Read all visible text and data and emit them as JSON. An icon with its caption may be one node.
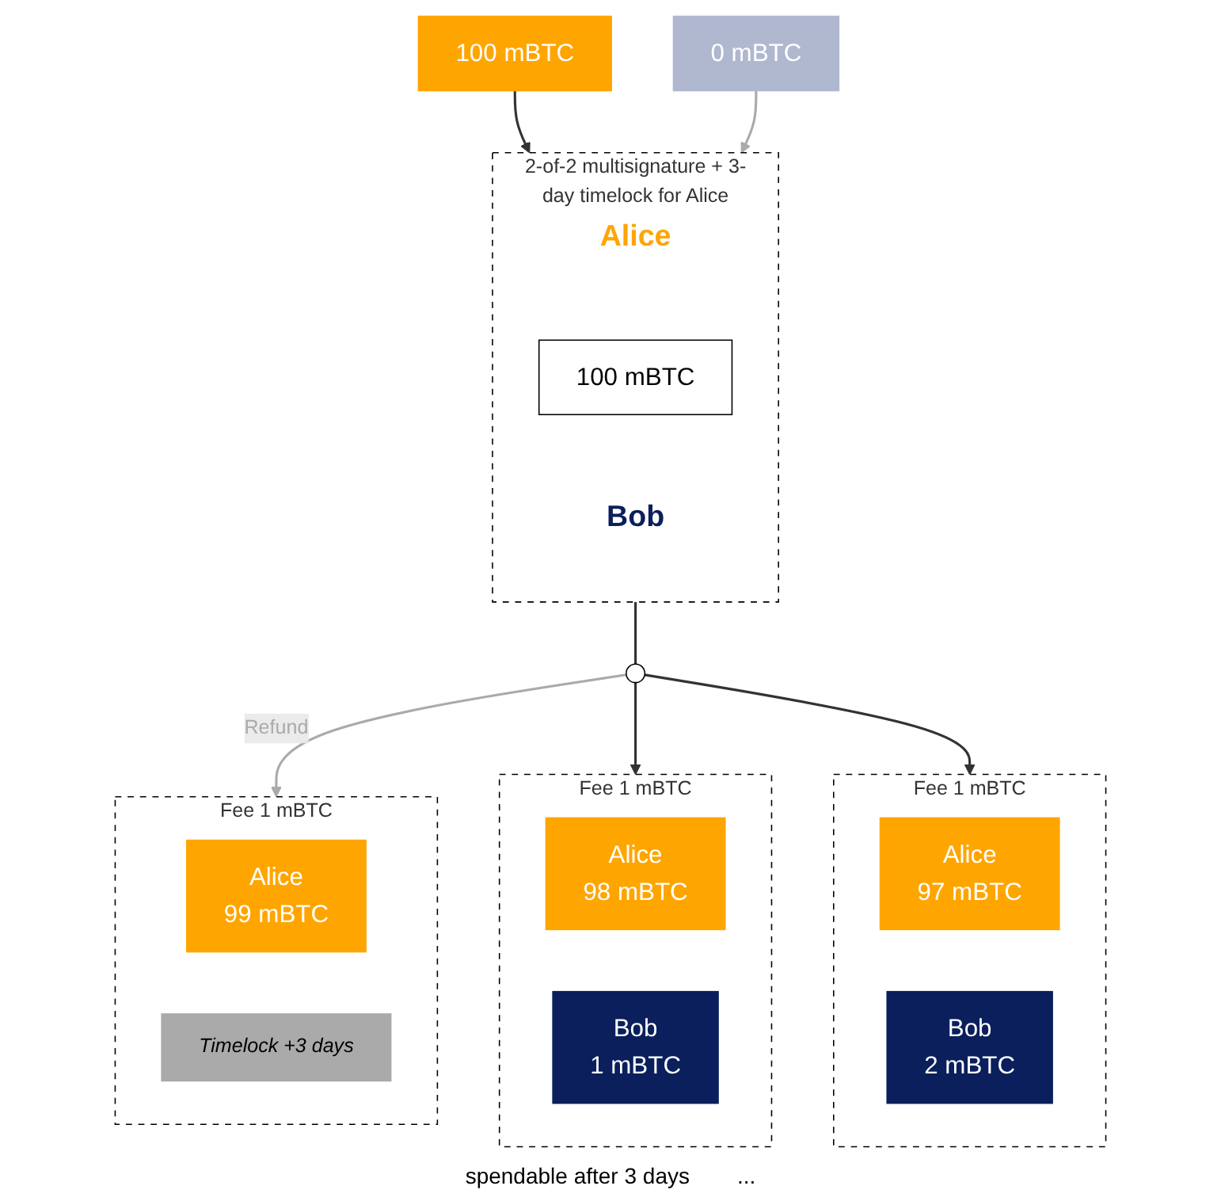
{
  "diagram": {
    "nodes": [
      {
        "text": [
          "100 mBTC"
        ]
      },
      {
        "text": [
          "0 mBTC"
        ]
      },
      {
        "text": [
          "2-of-2 multisignature + 3-day timelock for Alice"
        ]
      },
      {
        "text": [
          "Alice"
        ],
        "in": 2
      },
      {
        "text": [
          "100 mBTC"
        ],
        "in": 2
      },
      {
        "text": [
          "Bob"
        ],
        "in": 2
      },
      {
        "text": [],
        "shape": "circle"
      },
      {
        "text": [
          "Fee 1 mBTC"
        ],
        "beside": [
          "spendable after 3 days"
        ]
      },
      {
        "text": [
          "Alice",
          "99 mBTC"
        ],
        "in": 7
      },
      {
        "text": [
          "Timelock +3 days"
        ],
        "in": 7
      },
      {
        "text": [
          "Fee 1 mBTC"
        ]
      },
      {
        "text": [
          "Alice",
          "98 mBTC"
        ],
        "in": 10
      },
      {
        "text": [
          "Bob",
          "1 mBTC"
        ],
        "in": 10
      },
      {
        "text": [
          "Fee 1 mBTC"
        ]
      },
      {
        "text": [
          "Alice",
          "97 mBTC"
        ],
        "in": 13
      },
      {
        "text": [
          "Bob",
          "2 mBTC"
        ],
        "in": 13
      }
    ],
    "edges": [
      {
        "from": 0,
        "to": 2,
        "arrow": "to"
      },
      {
        "from": 1,
        "to": 2,
        "arrow": "to",
        "color": "#aaaaaa"
      },
      {
        "from": 2,
        "to": 6,
        "arrow": "none"
      },
      {
        "from": 6,
        "to": 7,
        "arrow": "to",
        "label": "Refund",
        "color": "#aaaaaa"
      },
      {
        "from": 6,
        "to": 10,
        "arrow": "to"
      },
      {
        "from": 6,
        "to": 13,
        "arrow": "to"
      }
    ],
    "labels": [
      "..."
    ]
  }
}
